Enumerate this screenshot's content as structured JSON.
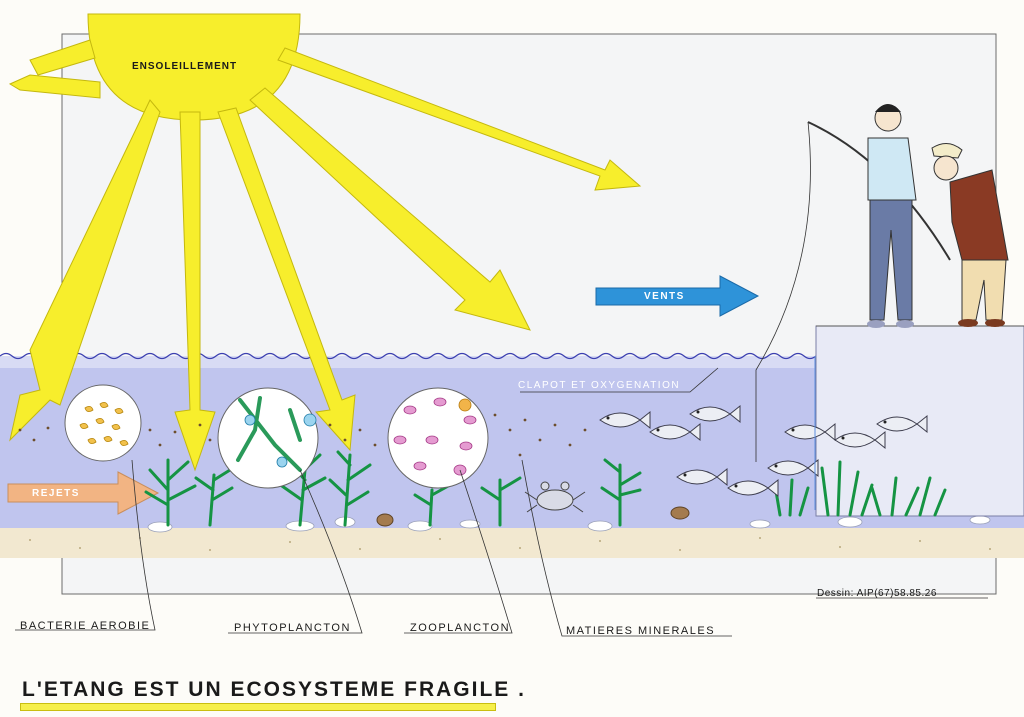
{
  "title": "L'ETANG EST UN ECOSYSTEME FRAGILE .",
  "sun": {
    "label": "ENSOLEILLEMENT",
    "color": "#f7ee2c"
  },
  "winds": {
    "label": "VENTS",
    "color": "#2e93d9"
  },
  "rejects": {
    "label": "REJETS",
    "color": "#f2b483"
  },
  "water_surface": {
    "label": "CLAPOT ET OXYGENATION"
  },
  "legend": {
    "bacteria": "BACTERIE AEROBIE",
    "phyto": "PHYTOPLANCTON",
    "zoo": "ZOOPLANCTON",
    "minerals": "MATIERES MINERALES"
  },
  "credit": "Dessin: AIP(67)58.85.26",
  "colors": {
    "water": "#c4c8ee",
    "water_deep": "#b3b8e6",
    "sediment": "#f3e9d2",
    "plant": "#1fa44e",
    "fish": "#e6e8ef",
    "sky_frame": "#f7f7f4"
  }
}
